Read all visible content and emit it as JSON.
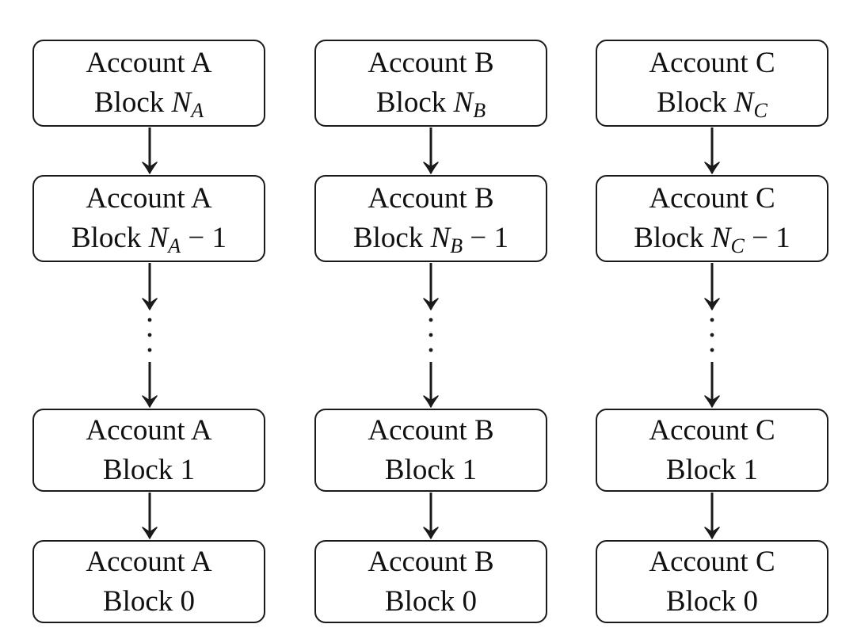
{
  "columns": [
    {
      "account_label": "Account A",
      "blocks": {
        "top": {
          "prefix": "Block ",
          "symbol": "N",
          "subscript": "A",
          "suffix": ""
        },
        "second": {
          "prefix": "Block ",
          "symbol": "N",
          "subscript": "A",
          "suffix": " − 1"
        },
        "third": {
          "prefix": "Block 1"
        },
        "bottom": {
          "prefix": "Block 0"
        }
      }
    },
    {
      "account_label": "Account B",
      "blocks": {
        "top": {
          "prefix": "Block ",
          "symbol": "N",
          "subscript": "B",
          "suffix": ""
        },
        "second": {
          "prefix": "Block ",
          "symbol": "N",
          "subscript": "B",
          "suffix": " − 1"
        },
        "third": {
          "prefix": "Block 1"
        },
        "bottom": {
          "prefix": "Block 0"
        }
      }
    },
    {
      "account_label": "Account C",
      "blocks": {
        "top": {
          "prefix": "Block ",
          "symbol": "N",
          "subscript": "C",
          "suffix": ""
        },
        "second": {
          "prefix": "Block ",
          "symbol": "N",
          "subscript": "C",
          "suffix": " − 1"
        },
        "third": {
          "prefix": "Block 1"
        },
        "bottom": {
          "prefix": "Block 0"
        }
      }
    }
  ],
  "colors": {
    "stroke": "#1a1a1a",
    "background": "#ffffff"
  }
}
